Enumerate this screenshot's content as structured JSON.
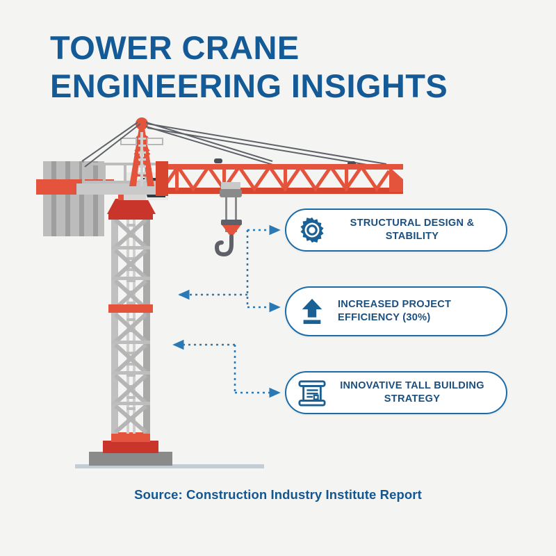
{
  "title": {
    "line1": "TOWER CRANE",
    "line2": "ENGINEERING INSIGHTS"
  },
  "source": "Source: Construction Industry Institute Report",
  "callouts": [
    {
      "icon": "gear-icon",
      "label": "STRUCTURAL DESIGN & STABILITY",
      "label_line1": "STRUCTURAL DESIGN & STABILITY",
      "label_line2": ""
    },
    {
      "icon": "arrow-up-bar-icon",
      "label": "INCREASED PROJECT EFFICIENCY (30%)",
      "label_line1": "INCREASED PROJECT",
      "label_line2": "EFFICIENCY (30%)"
    },
    {
      "icon": "blueprint-scroll-icon",
      "label": "INNOVATIVE TALL BUILDING STRATEGY",
      "label_line1": "INNOVATIVE TALL BUILDING STRATEGY",
      "label_line2": ""
    }
  ],
  "illustration": {
    "name": "tower-crane-illustration",
    "parts": [
      "counterweight",
      "counter-jib",
      "a-frame-tower-top",
      "operator-cabin",
      "slewing-platform",
      "lattice-jib",
      "trolley-and-hook",
      "mast-tower",
      "base-pedestal",
      "ground-line"
    ]
  },
  "colors": {
    "background": "#f4f4f2",
    "title_blue": "#145a96",
    "accent_blue": "#1a6ba8",
    "label_blue": "#1b4f7e",
    "crane_red": "#e4533c",
    "crane_red_dark": "#c9342b",
    "crane_gray": "#b8b8b8",
    "crane_gray_dark": "#8a8a8a",
    "cabin_window": "#2e3a46",
    "connector_blue": "#2a79b5",
    "ground": "#c3cdd6"
  }
}
